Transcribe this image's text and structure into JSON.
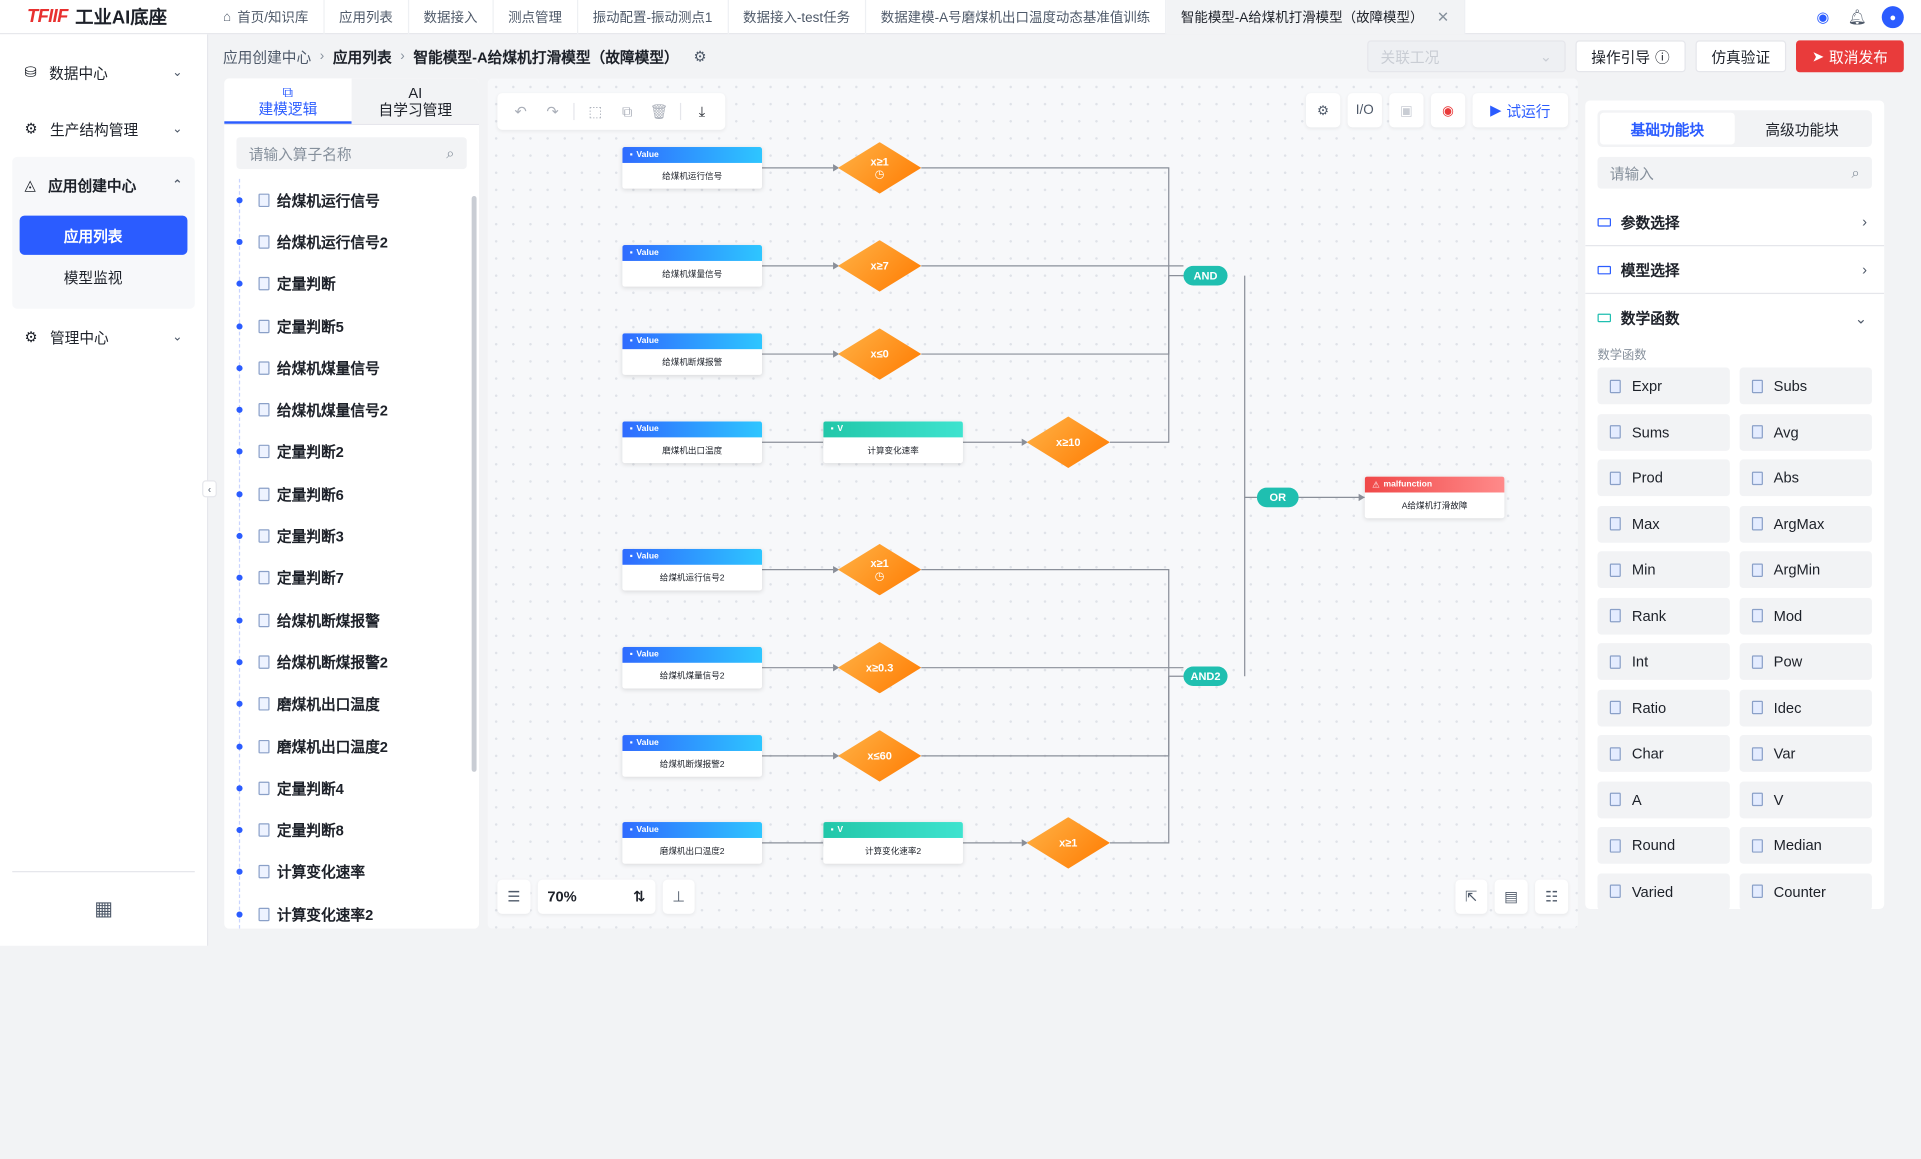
{
  "brand": {
    "logo": "TFIIF",
    "name": "工业AI底座"
  },
  "tabs": [
    {
      "label": "首页/知识库"
    },
    {
      "label": "应用列表"
    },
    {
      "label": "数据接入"
    },
    {
      "label": "测点管理"
    },
    {
      "label": "振动配置-振动测点1"
    },
    {
      "label": "数据接入-test任务"
    },
    {
      "label": "数据建模-A号磨煤机出口温度动态基准值训练"
    },
    {
      "label": "智能模型-A给煤机打滑模型（故障模型）"
    }
  ],
  "sidebar": {
    "items": [
      {
        "label": "数据中心"
      },
      {
        "label": "生产结构管理"
      },
      {
        "label": "应用创建中心",
        "children": [
          {
            "label": "应用列表"
          },
          {
            "label": "模型监视"
          }
        ]
      },
      {
        "label": "管理中心"
      }
    ]
  },
  "breadcrumb": {
    "root": "应用创建中心",
    "mid": "应用列表",
    "current": "智能模型-A给煤机打滑模型（故障模型）"
  },
  "header": {
    "select_placeholder": "关联工况",
    "guide": "操作引导",
    "simulate": "仿真验证",
    "cancel_publish": "取消发布"
  },
  "left": {
    "tab_model": "建模逻辑",
    "tab_ai_1": "AI",
    "tab_ai_2": "自学习管理",
    "search_placeholder": "请输入算子名称",
    "items": [
      "给煤机运行信号",
      "给煤机运行信号2",
      "定量判断",
      "定量判断5",
      "给煤机煤量信号",
      "给煤机煤量信号2",
      "定量判断2",
      "定量判断6",
      "定量判断3",
      "定量判断7",
      "给煤机断煤报警",
      "给煤机断煤报警2",
      "磨煤机出口温度",
      "磨煤机出口温度2",
      "定量判断4",
      "定量判断8",
      "计算变化速率",
      "计算变化速率2"
    ]
  },
  "canvas": {
    "run_label": "试运行",
    "io_label": "I/O",
    "zoom": "70%",
    "nodes": [
      {
        "type": "Value",
        "label": "给煤机运行信号"
      },
      {
        "type": "Value",
        "label": "给煤机煤量信号"
      },
      {
        "type": "Value",
        "label": "给煤机断煤报警"
      },
      {
        "type": "Value",
        "label": "磨煤机出口温度"
      },
      {
        "type": "V",
        "label": "计算变化速率"
      },
      {
        "type": "Value",
        "label": "给煤机运行信号2"
      },
      {
        "type": "Value",
        "label": "给煤机煤量信号2"
      },
      {
        "type": "Value",
        "label": "给煤机断煤报警2"
      },
      {
        "type": "Value",
        "label": "磨煤机出口温度2"
      },
      {
        "type": "V",
        "label": "计算变化速率2"
      },
      {
        "type": "malfunction",
        "label": "A给煤机打滑故障"
      }
    ],
    "conditions": [
      "x≥1",
      "x≥7",
      "x≤0",
      "x≥10",
      "x≥1",
      "x≥0.3",
      "x≤60",
      "x≥1"
    ],
    "gates": [
      "AND",
      "OR",
      "AND2"
    ]
  },
  "right": {
    "tab_basic": "基础功能块",
    "tab_advanced": "高级功能块",
    "search_placeholder": "请输入",
    "sections": [
      "参数选择",
      "模型选择",
      "数学函数"
    ],
    "math_label": "数学函数",
    "functions": [
      "Expr",
      "Subs",
      "Sums",
      "Avg",
      "Prod",
      "Abs",
      "Max",
      "ArgMax",
      "Min",
      "ArgMin",
      "Rank",
      "Mod",
      "Int",
      "Pow",
      "Ratio",
      "Idec",
      "Char",
      "Var",
      "A",
      "V",
      "Round",
      "Median",
      "Varied",
      "Counter"
    ]
  },
  "colors": {
    "accent": "#2b5cff",
    "danger": "#e93b3b",
    "gate": "#1fbfb0",
    "condition": "#ff8a00"
  }
}
